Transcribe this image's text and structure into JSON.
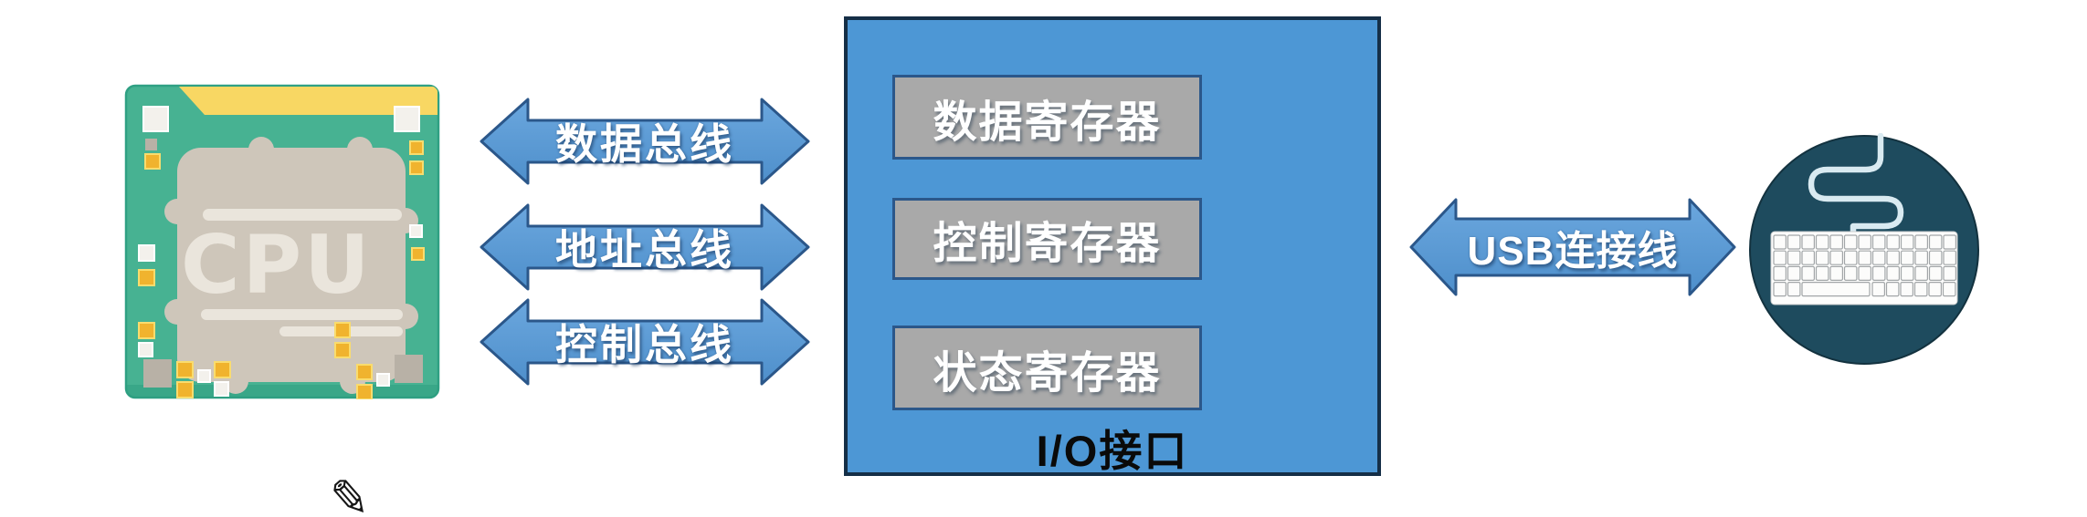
{
  "cpu": {
    "label": "CPU"
  },
  "buses": [
    {
      "label": "数据总线"
    },
    {
      "label": "地址总线"
    },
    {
      "label": "控制总线"
    }
  ],
  "io_interface": {
    "label": "I/O接口",
    "registers": [
      {
        "label": "数据寄存器"
      },
      {
        "label": "控制寄存器"
      },
      {
        "label": "状态寄存器"
      }
    ]
  },
  "usb": {
    "label": "USB连接线"
  },
  "device": {
    "name": "keyboard"
  },
  "icons": {
    "pencil": "✎",
    "cpu_chip": "cpu-chip-icon",
    "keyboard": "keyboard-icon"
  },
  "colors": {
    "arrow_fill": "#5B9BD5",
    "arrow_border": "#2B578A",
    "io_box_fill": "#4D97D5",
    "io_box_border": "#152F47",
    "register_fill": "#A9A9A9",
    "register_border": "#2B578A",
    "cpu_green": "#47B292",
    "cpu_yellow": "#F8D763",
    "cpu_plate": "#CEC6BA",
    "keyboard_circle": "#1E4B5E"
  }
}
